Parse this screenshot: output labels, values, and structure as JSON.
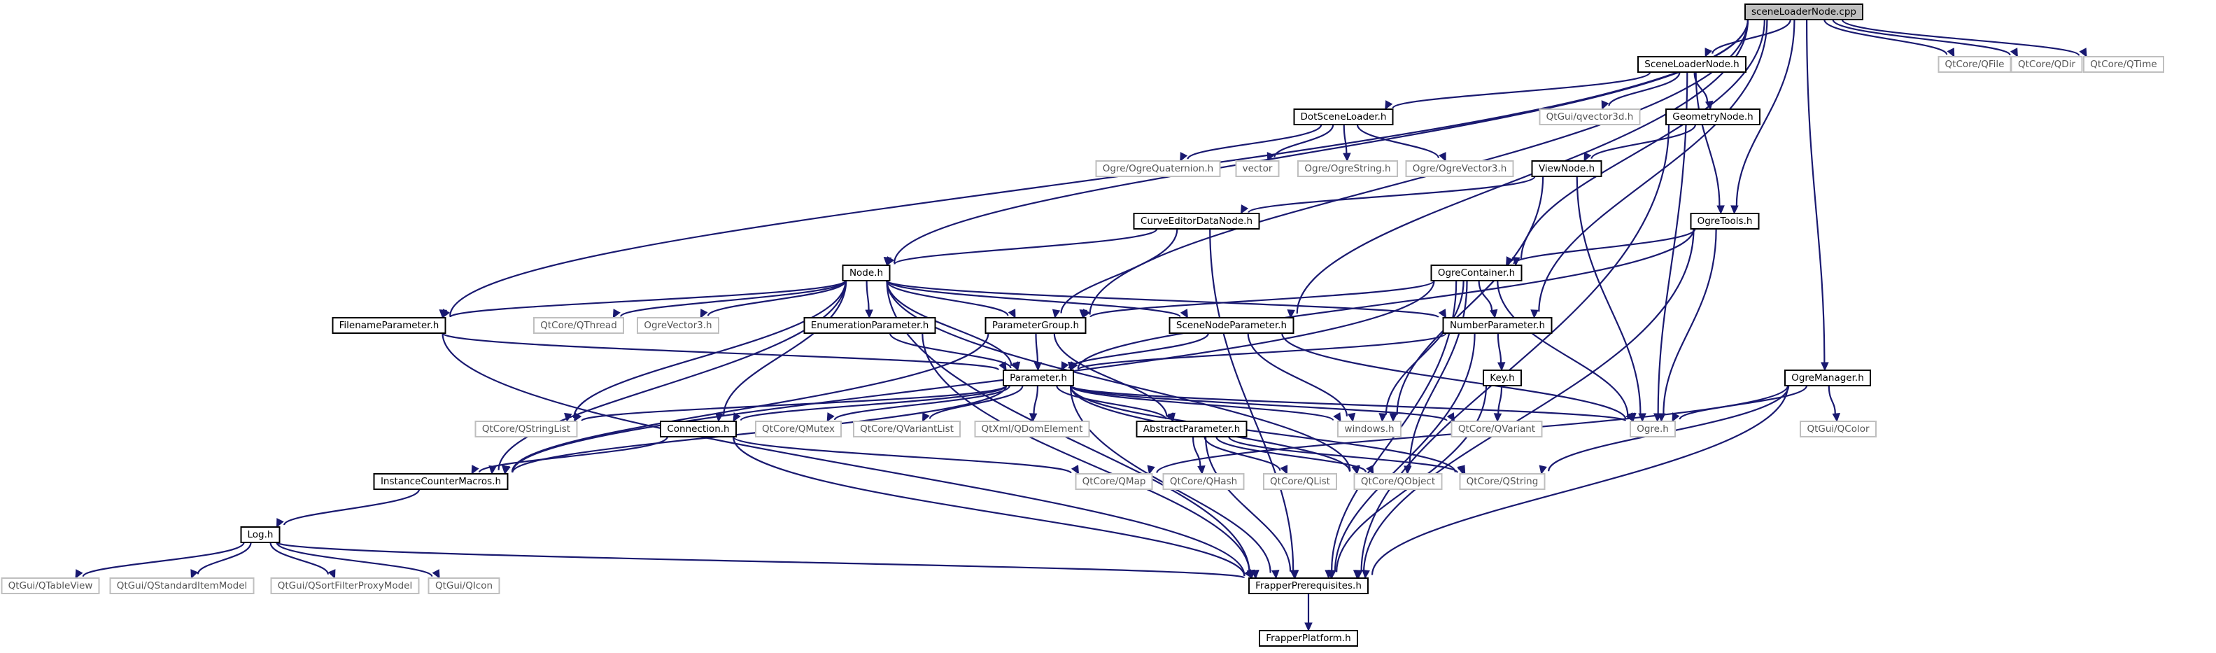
{
  "graph": {
    "colors": {
      "edge": "#191970",
      "root_fill": "#bfbfbf",
      "external_border": "#bfbfbf",
      "local_border": "#000000"
    },
    "nodes": [
      {
        "id": "scene_loader_node_cpp",
        "label": "sceneLoaderNode.cpp",
        "kind": "root"
      },
      {
        "id": "qtcore_qfile",
        "label": "QtCore/QFile",
        "kind": "external"
      },
      {
        "id": "qtcore_qdir",
        "label": "QtCore/QDir",
        "kind": "external"
      },
      {
        "id": "qtcore_qtime",
        "label": "QtCore/QTime",
        "kind": "external"
      },
      {
        "id": "scene_loader_node_h",
        "label": "SceneLoaderNode.h",
        "kind": "local"
      },
      {
        "id": "dot_scene_loader_h",
        "label": "DotSceneLoader.h",
        "kind": "local"
      },
      {
        "id": "qtgui_qvector3d_h",
        "label": "QtGui/qvector3d.h",
        "kind": "external"
      },
      {
        "id": "geometry_node_h",
        "label": "GeometryNode.h",
        "kind": "local"
      },
      {
        "id": "ogre_quaternion_h",
        "label": "Ogre/OgreQuaternion.h",
        "kind": "external"
      },
      {
        "id": "vector",
        "label": "vector",
        "kind": "external"
      },
      {
        "id": "ogre_string_h",
        "label": "Ogre/OgreString.h",
        "kind": "external"
      },
      {
        "id": "ogre_vector3_h",
        "label": "Ogre/OgreVector3.h",
        "kind": "external"
      },
      {
        "id": "view_node_h",
        "label": "ViewNode.h",
        "kind": "local"
      },
      {
        "id": "curve_editor_data_node_h",
        "label": "CurveEditorDataNode.h",
        "kind": "local"
      },
      {
        "id": "ogre_tools_h",
        "label": "OgreTools.h",
        "kind": "local"
      },
      {
        "id": "node_h",
        "label": "Node.h",
        "kind": "local"
      },
      {
        "id": "ogre_container_h",
        "label": "OgreContainer.h",
        "kind": "local"
      },
      {
        "id": "filename_parameter_h",
        "label": "FilenameParameter.h",
        "kind": "local"
      },
      {
        "id": "qtcore_qthread",
        "label": "QtCore/QThread",
        "kind": "external"
      },
      {
        "id": "ogrevector3_h",
        "label": "OgreVector3.h",
        "kind": "external"
      },
      {
        "id": "enumeration_parameter_h",
        "label": "EnumerationParameter.h",
        "kind": "local"
      },
      {
        "id": "parameter_group_h",
        "label": "ParameterGroup.h",
        "kind": "local"
      },
      {
        "id": "scene_node_parameter_h",
        "label": "SceneNodeParameter.h",
        "kind": "local"
      },
      {
        "id": "number_parameter_h",
        "label": "NumberParameter.h",
        "kind": "local"
      },
      {
        "id": "parameter_h",
        "label": "Parameter.h",
        "kind": "local"
      },
      {
        "id": "key_h",
        "label": "Key.h",
        "kind": "local"
      },
      {
        "id": "ogre_manager_h",
        "label": "OgreManager.h",
        "kind": "local"
      },
      {
        "id": "qtcore_qstringlist",
        "label": "QtCore/QStringList",
        "kind": "external"
      },
      {
        "id": "connection_h",
        "label": "Connection.h",
        "kind": "local"
      },
      {
        "id": "qtcore_qmutex",
        "label": "QtCore/QMutex",
        "kind": "external"
      },
      {
        "id": "qtcore_qvariantlist",
        "label": "QtCore/QVariantList",
        "kind": "external"
      },
      {
        "id": "qtxml_qdomelement",
        "label": "QtXml/QDomElement",
        "kind": "external"
      },
      {
        "id": "abstract_parameter_h",
        "label": "AbstractParameter.h",
        "kind": "local"
      },
      {
        "id": "windows_h",
        "label": "windows.h",
        "kind": "external"
      },
      {
        "id": "qtcore_qvariant",
        "label": "QtCore/QVariant",
        "kind": "external"
      },
      {
        "id": "ogre_h",
        "label": "Ogre.h",
        "kind": "external"
      },
      {
        "id": "qtgui_qcolor",
        "label": "QtGui/QColor",
        "kind": "external"
      },
      {
        "id": "instance_counter_macros_h",
        "label": "InstanceCounterMacros.h",
        "kind": "local"
      },
      {
        "id": "qtcore_qmap",
        "label": "QtCore/QMap",
        "kind": "external"
      },
      {
        "id": "qtcore_qhash",
        "label": "QtCore/QHash",
        "kind": "external"
      },
      {
        "id": "qtcore_qlist",
        "label": "QtCore/QList",
        "kind": "external"
      },
      {
        "id": "qtcore_qobject",
        "label": "QtCore/QObject",
        "kind": "external"
      },
      {
        "id": "qtcore_qstring",
        "label": "QtCore/QString",
        "kind": "external"
      },
      {
        "id": "log_h",
        "label": "Log.h",
        "kind": "local"
      },
      {
        "id": "qtgui_qtableview",
        "label": "QtGui/QTableView",
        "kind": "external"
      },
      {
        "id": "qtgui_qstandarditemmodel",
        "label": "QtGui/QStandardItemModel",
        "kind": "external"
      },
      {
        "id": "qtgui_qsortfilterproxymodel",
        "label": "QtGui/QSortFilterProxyModel",
        "kind": "external"
      },
      {
        "id": "qtgui_qicon",
        "label": "QtGui/QIcon",
        "kind": "external"
      },
      {
        "id": "frapper_prerequisites_h",
        "label": "FrapperPrerequisites.h",
        "kind": "local"
      },
      {
        "id": "frapper_platform_h",
        "label": "FrapperPlatform.h",
        "kind": "local"
      }
    ],
    "edges": [
      [
        "scene_loader_node_cpp",
        "qtcore_qfile"
      ],
      [
        "scene_loader_node_cpp",
        "qtcore_qdir"
      ],
      [
        "scene_loader_node_cpp",
        "qtcore_qtime"
      ],
      [
        "scene_loader_node_cpp",
        "scene_loader_node_h"
      ],
      [
        "scene_loader_node_cpp",
        "node_h"
      ],
      [
        "scene_loader_node_cpp",
        "filename_parameter_h"
      ],
      [
        "scene_loader_node_cpp",
        "parameter_group_h"
      ],
      [
        "scene_loader_node_cpp",
        "scene_node_parameter_h"
      ],
      [
        "scene_loader_node_cpp",
        "ogre_container_h"
      ],
      [
        "scene_loader_node_cpp",
        "ogre_tools_h"
      ],
      [
        "scene_loader_node_cpp",
        "number_parameter_h"
      ],
      [
        "scene_loader_node_cpp",
        "ogre_manager_h"
      ],
      [
        "scene_loader_node_h",
        "dot_scene_loader_h"
      ],
      [
        "scene_loader_node_h",
        "qtgui_qvector3d_h"
      ],
      [
        "scene_loader_node_h",
        "geometry_node_h"
      ],
      [
        "scene_loader_node_h",
        "ogre_tools_h"
      ],
      [
        "scene_loader_node_h",
        "ogre_h"
      ],
      [
        "dot_scene_loader_h",
        "ogre_quaternion_h"
      ],
      [
        "dot_scene_loader_h",
        "vector"
      ],
      [
        "dot_scene_loader_h",
        "ogre_string_h"
      ],
      [
        "dot_scene_loader_h",
        "ogre_vector3_h"
      ],
      [
        "geometry_node_h",
        "view_node_h"
      ],
      [
        "geometry_node_h",
        "frapper_prerequisites_h"
      ],
      [
        "view_node_h",
        "curve_editor_data_node_h"
      ],
      [
        "view_node_h",
        "windows_h"
      ],
      [
        "view_node_h",
        "ogre_h"
      ],
      [
        "curve_editor_data_node_h",
        "node_h"
      ],
      [
        "curve_editor_data_node_h",
        "parameter_group_h"
      ],
      [
        "curve_editor_data_node_h",
        "frapper_prerequisites_h"
      ],
      [
        "ogre_tools_h",
        "ogre_container_h"
      ],
      [
        "ogre_tools_h",
        "parameter_h"
      ],
      [
        "ogre_tools_h",
        "ogre_h"
      ],
      [
        "ogre_tools_h",
        "frapper_prerequisites_h"
      ],
      [
        "node_h",
        "filename_parameter_h"
      ],
      [
        "node_h",
        "qtcore_qthread"
      ],
      [
        "node_h",
        "ogrevector3_h"
      ],
      [
        "node_h",
        "enumeration_parameter_h"
      ],
      [
        "node_h",
        "parameter_group_h"
      ],
      [
        "node_h",
        "scene_node_parameter_h"
      ],
      [
        "node_h",
        "number_parameter_h"
      ],
      [
        "node_h",
        "parameter_h"
      ],
      [
        "node_h",
        "qtcore_qstringlist"
      ],
      [
        "node_h",
        "connection_h"
      ],
      [
        "node_h",
        "instance_counter_macros_h"
      ],
      [
        "node_h",
        "frapper_prerequisites_h"
      ],
      [
        "node_h",
        "qtcore_qobject"
      ],
      [
        "ogre_container_h",
        "parameter_group_h"
      ],
      [
        "ogre_container_h",
        "number_parameter_h"
      ],
      [
        "ogre_container_h",
        "windows_h"
      ],
      [
        "ogre_container_h",
        "ogre_h"
      ],
      [
        "ogre_container_h",
        "qtcore_qobject"
      ],
      [
        "ogre_container_h",
        "instance_counter_macros_h"
      ],
      [
        "ogre_container_h",
        "frapper_prerequisites_h"
      ],
      [
        "filename_parameter_h",
        "parameter_h"
      ],
      [
        "filename_parameter_h",
        "frapper_prerequisites_h"
      ],
      [
        "enumeration_parameter_h",
        "parameter_h"
      ],
      [
        "enumeration_parameter_h",
        "frapper_prerequisites_h"
      ],
      [
        "parameter_group_h",
        "parameter_h"
      ],
      [
        "parameter_group_h",
        "abstract_parameter_h"
      ],
      [
        "parameter_group_h",
        "instance_counter_macros_h"
      ],
      [
        "scene_node_parameter_h",
        "parameter_h"
      ],
      [
        "scene_node_parameter_h",
        "windows_h"
      ],
      [
        "scene_node_parameter_h",
        "ogre_h"
      ],
      [
        "number_parameter_h",
        "parameter_h"
      ],
      [
        "number_parameter_h",
        "key_h"
      ],
      [
        "number_parameter_h",
        "frapper_prerequisites_h"
      ],
      [
        "parameter_h",
        "qtcore_qstringlist"
      ],
      [
        "parameter_h",
        "connection_h"
      ],
      [
        "parameter_h",
        "qtcore_qmutex"
      ],
      [
        "parameter_h",
        "qtcore_qvariantlist"
      ],
      [
        "parameter_h",
        "qtxml_qdomelement"
      ],
      [
        "parameter_h",
        "abstract_parameter_h"
      ],
      [
        "parameter_h",
        "windows_h"
      ],
      [
        "parameter_h",
        "qtcore_qvariant"
      ],
      [
        "parameter_h",
        "ogre_h"
      ],
      [
        "parameter_h",
        "qtcore_qobject"
      ],
      [
        "parameter_h",
        "qtcore_qstring"
      ],
      [
        "parameter_h",
        "instance_counter_macros_h"
      ],
      [
        "parameter_h",
        "frapper_prerequisites_h"
      ],
      [
        "key_h",
        "qtcore_qvariant"
      ],
      [
        "key_h",
        "frapper_prerequisites_h"
      ],
      [
        "ogre_manager_h",
        "ogre_h"
      ],
      [
        "ogre_manager_h",
        "qtgui_qcolor"
      ],
      [
        "ogre_manager_h",
        "qtcore_qmap"
      ],
      [
        "ogre_manager_h",
        "qtcore_qstring"
      ],
      [
        "ogre_manager_h",
        "frapper_prerequisites_h"
      ],
      [
        "connection_h",
        "instance_counter_macros_h"
      ],
      [
        "connection_h",
        "qtcore_qmap"
      ],
      [
        "connection_h",
        "frapper_prerequisites_h"
      ],
      [
        "abstract_parameter_h",
        "qtcore_qhash"
      ],
      [
        "abstract_parameter_h",
        "qtcore_qlist"
      ],
      [
        "abstract_parameter_h",
        "qtcore_qobject"
      ],
      [
        "abstract_parameter_h",
        "qtcore_qstring"
      ],
      [
        "abstract_parameter_h",
        "frapper_prerequisites_h"
      ],
      [
        "instance_counter_macros_h",
        "log_h"
      ],
      [
        "log_h",
        "qtgui_qtableview"
      ],
      [
        "log_h",
        "qtgui_qstandarditemmodel"
      ],
      [
        "log_h",
        "qtgui_qsortfilterproxymodel"
      ],
      [
        "log_h",
        "qtgui_qicon"
      ],
      [
        "log_h",
        "frapper_prerequisites_h"
      ],
      [
        "frapper_prerequisites_h",
        "frapper_platform_h"
      ]
    ]
  }
}
